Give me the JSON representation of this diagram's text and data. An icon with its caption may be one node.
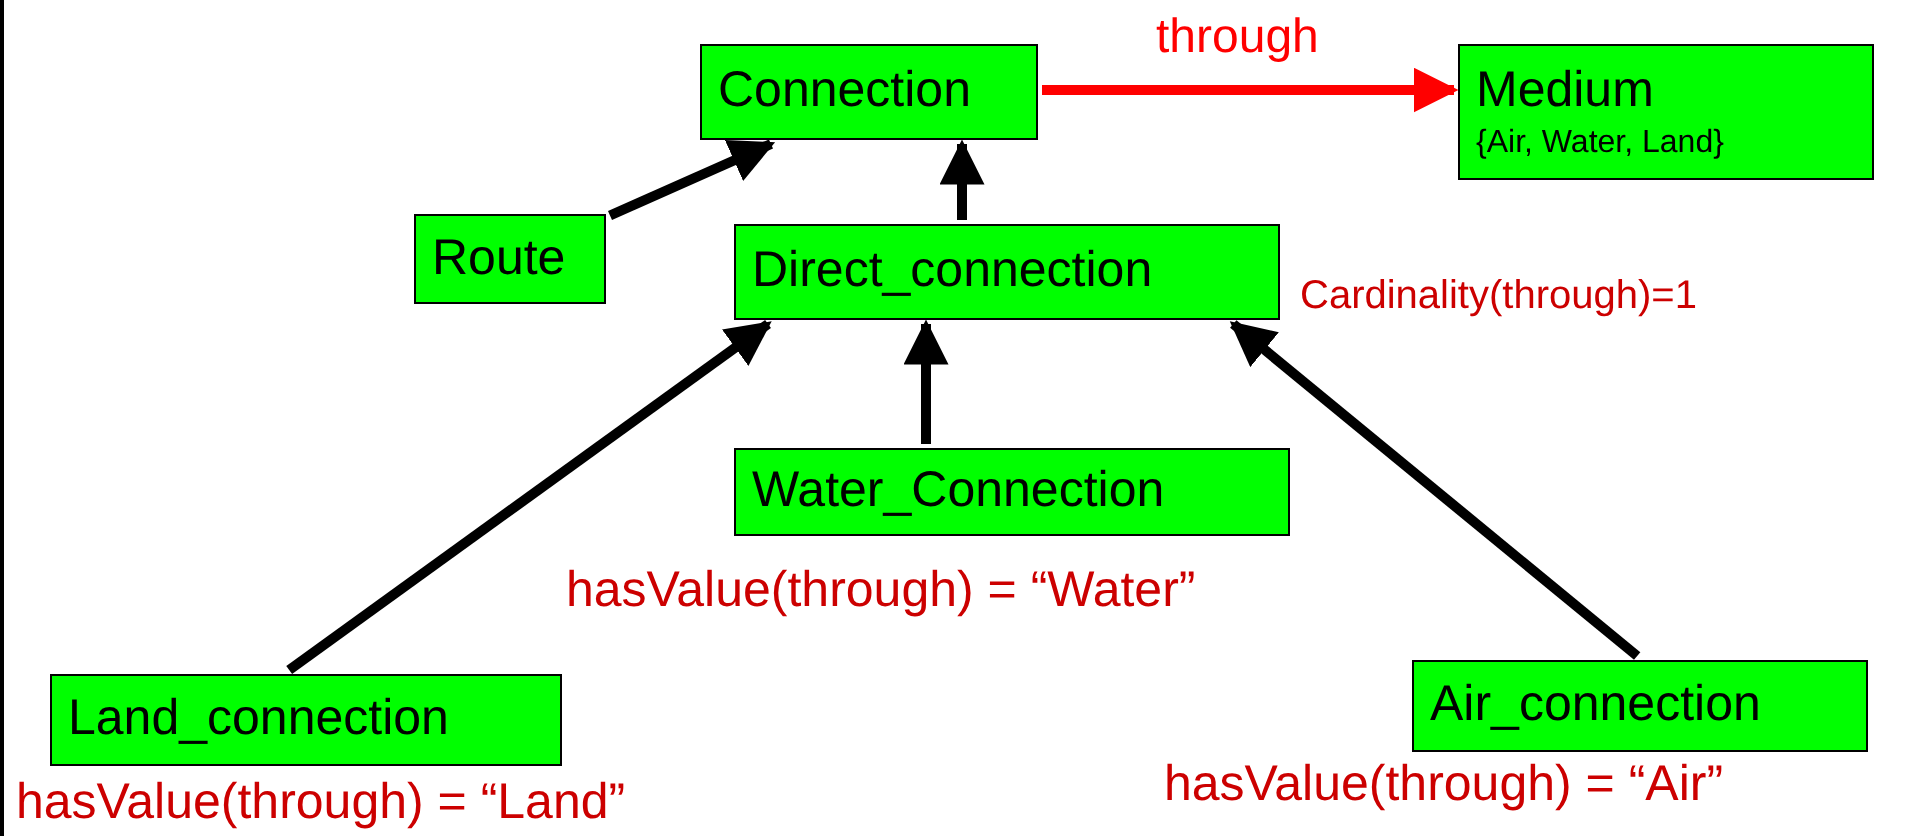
{
  "diagram": {
    "nodes": [
      {
        "text": [
          "Connection"
        ]
      },
      {
        "text": [
          "Medium",
          "{Air, Water, Land}"
        ]
      },
      {
        "text": [
          "Route"
        ]
      },
      {
        "text": [
          "Direct_connection"
        ],
        "beside": [
          "Cardinality(through)=1"
        ]
      },
      {
        "text": [
          "Water_Connection"
        ],
        "beside": [
          "hasValue(through) = “Water”"
        ]
      },
      {
        "text": [
          "Land_connection"
        ],
        "beside": [
          "hasValue(through) = “Land”"
        ]
      },
      {
        "text": [
          "Air_connection"
        ],
        "beside": [
          "hasValue(through) = “Air”"
        ]
      }
    ],
    "edges": [
      {
        "from": 0,
        "to": 1,
        "arrow": "to",
        "label": "through",
        "color": "#ff0000"
      },
      {
        "from": 2,
        "to": 0,
        "arrow": "to"
      },
      {
        "from": 3,
        "to": 0,
        "arrow": "to"
      },
      {
        "from": 4,
        "to": 3,
        "arrow": "to"
      },
      {
        "from": 5,
        "to": 3,
        "arrow": "to"
      },
      {
        "from": 6,
        "to": 3,
        "arrow": "to"
      }
    ]
  }
}
